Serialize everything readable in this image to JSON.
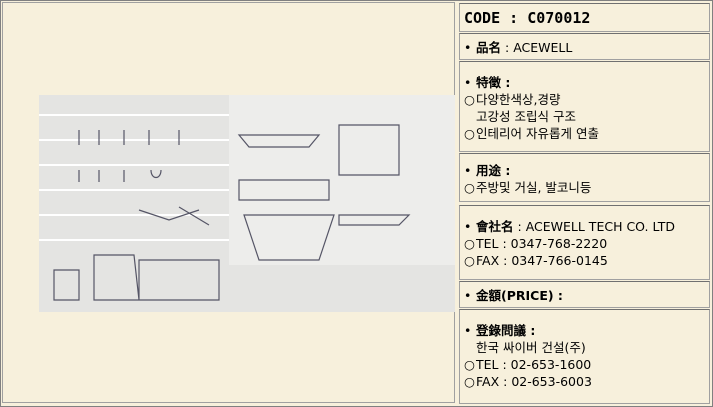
{
  "code": "CODE : C070012",
  "name": {
    "label": "品名",
    "value": "ACEWELL"
  },
  "features": {
    "label": "特徵",
    "items": [
      {
        "lines": [
          "다양한색상,경량",
          "고강성 조립식 구조"
        ]
      },
      {
        "lines": [
          "인테리어 자유롭게 연출"
        ]
      }
    ]
  },
  "usage": {
    "label": "用途",
    "items": [
      "주방및 거실, 발코니등"
    ]
  },
  "company": {
    "label": "會社名",
    "value": "ACEWELL TECH CO. LTD",
    "tel": "TEL : 0347-768-2220",
    "fax": "FAX : 0347-766-0145"
  },
  "price": {
    "label": "金額(PRICE)"
  },
  "inquiry": {
    "label": "登錄問議",
    "company": "한국 싸이버 건설(주)",
    "tel": "TEL : 02-653-1600",
    "fax": "FAX : 02-653-6003"
  },
  "bullets": {
    "filled": "•",
    "open": "○",
    "colon": " :"
  }
}
